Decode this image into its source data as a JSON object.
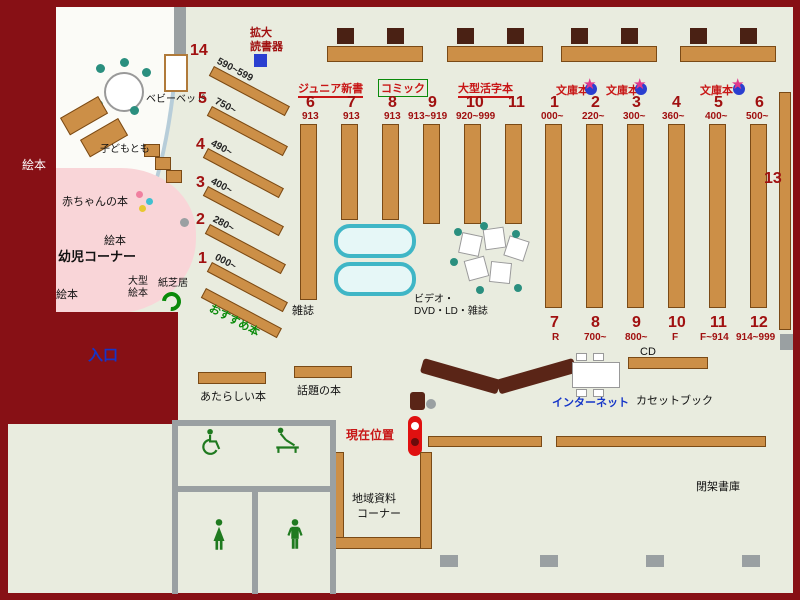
{
  "colors": {
    "wall": "#871015",
    "floor": "#e9ecdf",
    "shelf": "#cc8f47",
    "dark_chair": "#4a2114",
    "counter": "#5a2517",
    "pink_area": "#f9d5d8",
    "teal": "#3fb6c6",
    "number_red": "#a01010",
    "label_red": "#c81616",
    "green": "#0a8a0a",
    "blue": "#1535c8"
  },
  "entrance": {
    "label": "入口"
  },
  "children": {
    "area_label": "幼児コーナー",
    "baby_books": "赤ちゃんの本",
    "picture_books": "絵本",
    "kodomo_tomo": "子どもとも",
    "baby_bed": "ベビーベッド",
    "large_picture_1": "大型",
    "large_picture_2": "絵本",
    "kamishibai": "紙芝居"
  },
  "left_shelves": {
    "nums": [
      "14",
      "5",
      "4",
      "3",
      "2",
      "1"
    ],
    "ranges": [
      "590~599",
      "750~",
      "490~",
      "400~",
      "280~",
      "000~"
    ],
    "recommended": "おすすめ本"
  },
  "reading": {
    "magnifier_1": "拡大",
    "magnifier_2": "読書器"
  },
  "genre_labels": {
    "junior": "ジュニア新書",
    "comic": "コミック",
    "large_print": "大型活字本",
    "bunko": "文庫本"
  },
  "group_a": {
    "nums": [
      "6",
      "7",
      "8",
      "9",
      "10",
      "11"
    ],
    "classes": [
      "913",
      "913",
      "913",
      "913~919",
      "920~999"
    ]
  },
  "group_b": {
    "top_nums": [
      "1",
      "2",
      "3",
      "4",
      "5",
      "6"
    ],
    "top_classes": [
      "000~",
      "220~",
      "300~",
      "360~",
      "400~",
      "500~"
    ],
    "bottom_nums": [
      "7",
      "8",
      "9",
      "10",
      "11",
      "12"
    ],
    "bottom_classes": [
      "R",
      "700~",
      "800~",
      "F",
      "F~914",
      "914~999"
    ]
  },
  "n13": "13",
  "center": {
    "magazines": "雑誌",
    "video_1": "ビデオ・",
    "video_2": "DVD・LD・雑誌"
  },
  "services": {
    "cd": "CD",
    "internet": "インターネット",
    "cassette": "カセットブック",
    "new_books": "あたらしい本",
    "topic_books": "話題の本",
    "current_location": "現在位置",
    "regional_1": "地域資料",
    "regional_2": "コーナー",
    "closed_stacks": "閉架書庫"
  }
}
